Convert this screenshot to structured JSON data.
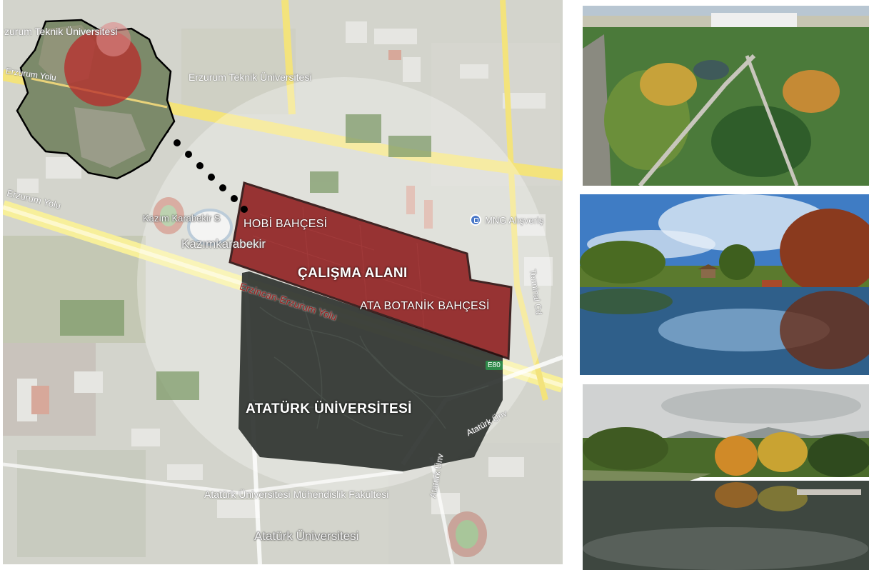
{
  "map": {
    "street_labels": [
      "zurum Teknik Üniversitesi",
      "Erzurum Teknik Üniversitesi",
      "Erzurum Yolu",
      "Kazım Karabekir S",
      "Kazımkarabekir",
      "Erzincan-Erzurum Yolu",
      "Atatürk Üniversitesi Mühendislik Fakültesi",
      "Atatürk Üniversitesi",
      "Atatürk Ünv",
      "Atatürk Ünv",
      "Terminal Cd"
    ],
    "poi": {
      "label": "MNG Alışveriş",
      "icon": "shopping-bag-icon"
    },
    "road_shield": "E80",
    "captions": {
      "hobby_garden": "HOBİ BAHÇESİ",
      "study_area": "ÇALIŞMA ALANI",
      "botanic_garden": "ATA BOTANİK BAHÇESİ",
      "university": "ATATÜRK ÜNİVERSİTESİ"
    },
    "colors": {
      "study_area_fill": "#8e1c1c",
      "highlight_circle": "#ffffff",
      "connector_dots": "#000000",
      "road": "#f3e37c"
    }
  },
  "photos": [
    {
      "name": "aerial-park-photo"
    },
    {
      "name": "pond-pavilion-photo"
    },
    {
      "name": "autumn-lake-photo"
    }
  ]
}
